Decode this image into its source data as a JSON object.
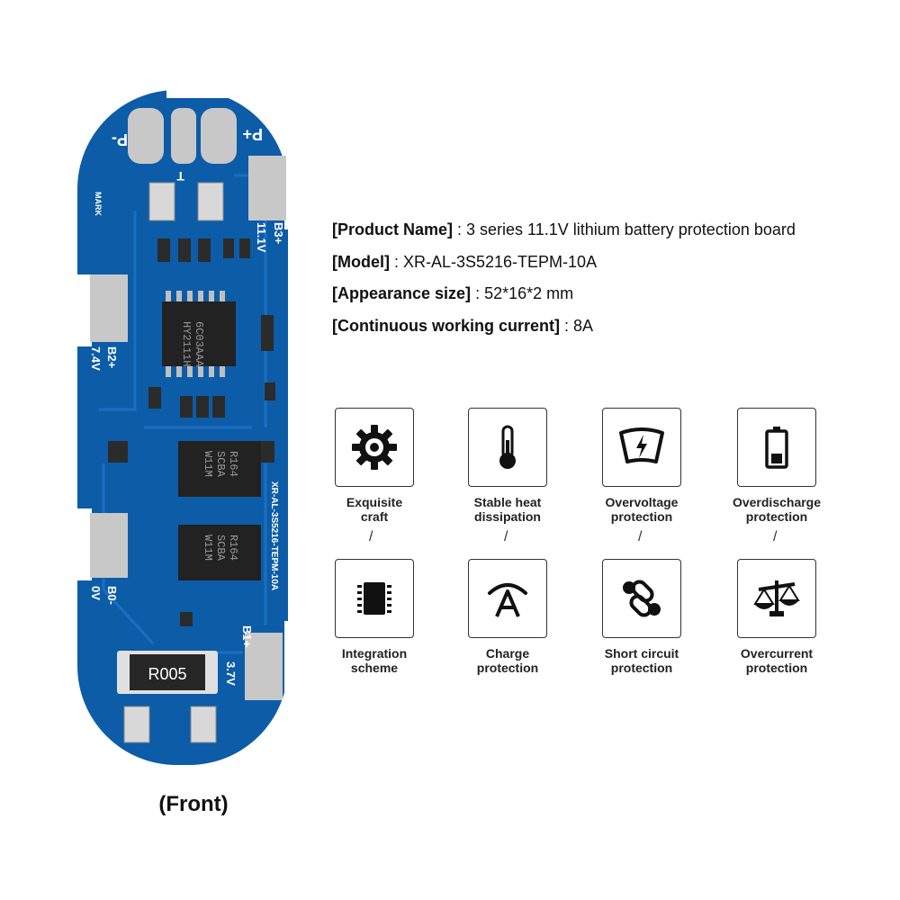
{
  "product": {
    "board_markings": {
      "pads_top": [
        "P-",
        "P+"
      ],
      "t_label": "T",
      "mark": "MARK",
      "b3": "B3+",
      "v111": "11.1V",
      "b2": "B2+",
      "v74": "7.4V",
      "b1": "B1+",
      "v37": "3.7V",
      "b0": "B0-",
      "v0": "0V",
      "resistor": "R005",
      "mosfet_lines": [
        "R164",
        "SCBA",
        "W11M"
      ],
      "ic_lines": [
        "HY2111H",
        "6C03AAA"
      ],
      "side_text": "XR-AL-3S5216-TEPM-10A"
    },
    "caption": "(Front)"
  },
  "specs": [
    {
      "key": "[Product Name]",
      "value": " : 3 series 11.1V lithium battery protection board"
    },
    {
      "key": "[Model]",
      "value": " : XR-AL-3S5216-TEPM-10A"
    },
    {
      "key": "[Appearance size]",
      "value": " : 52*16*2 mm"
    },
    {
      "key": "[Continuous working current]",
      "value": " : 8A"
    }
  ],
  "features": [
    {
      "label_lines": [
        "Exquisite",
        "craft"
      ],
      "icon": "gear-icon"
    },
    {
      "label_lines": [
        "Stable heat",
        "dissipation"
      ],
      "icon": "thermometer-icon"
    },
    {
      "label_lines": [
        "Overvoltage",
        "protection"
      ],
      "icon": "overvoltage-icon"
    },
    {
      "label_lines": [
        "Overdischarge",
        "protection"
      ],
      "icon": "battery-icon"
    },
    {
      "label_lines": [
        "Integration",
        "scheme"
      ],
      "icon": "chip-icon"
    },
    {
      "label_lines": [
        "Charge",
        "protection"
      ],
      "icon": "charge-icon"
    },
    {
      "label_lines": [
        "Short circuit",
        "protection"
      ],
      "icon": "short-circuit-icon"
    },
    {
      "label_lines": [
        "Overcurrent",
        "protection"
      ],
      "icon": "scale-icon"
    }
  ],
  "separator": "/",
  "colors": {
    "pcb": "#0c5ca8",
    "pcb_trace": "#1a6fc0",
    "pad": "#c8c8c8",
    "icon": "#111111"
  }
}
